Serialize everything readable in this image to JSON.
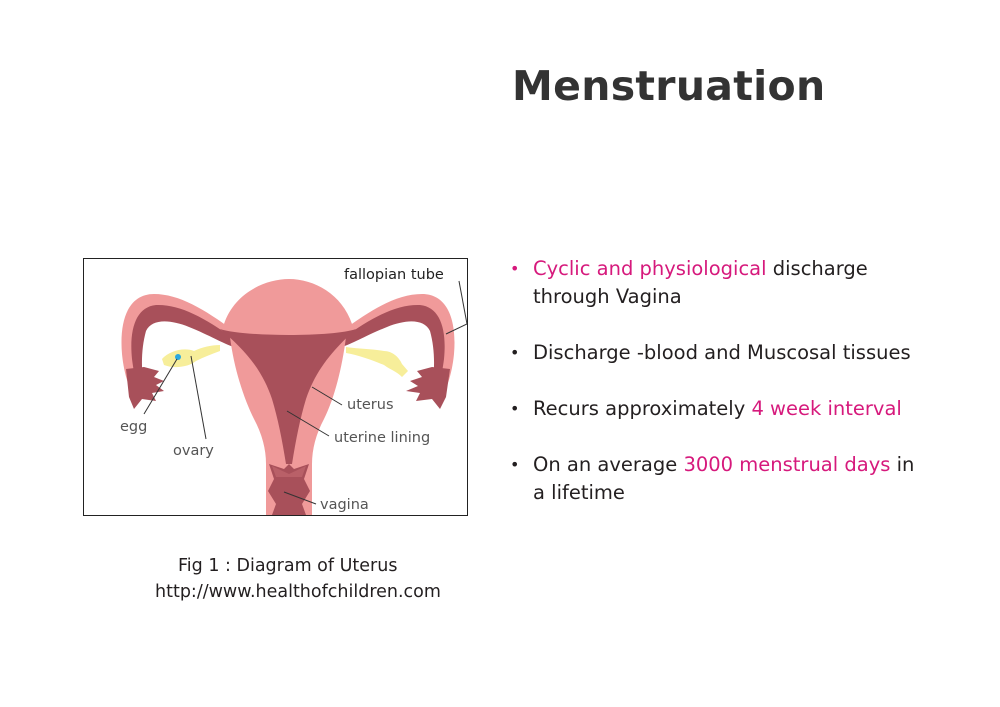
{
  "title": "Menstruation",
  "figure": {
    "labels": {
      "fallopian_tube": "fallopian tube",
      "uterus": "uterus",
      "uterine_lining": "uterine lining",
      "vagina": "vagina",
      "egg": "egg",
      "ovary": "ovary"
    },
    "caption_line1": "Fig 1 : Diagram of Uterus",
    "caption_line2": "http://www.healthofchildren.com"
  },
  "bullets": [
    {
      "highlight": "Cyclic and physiological",
      "text": " discharge through Vagina"
    },
    {
      "text": "Discharge -blood and Muscosal tissues"
    },
    {
      "before": "Recurs approximately ",
      "highlight": "4 week interval"
    },
    {
      "before": "On an average ",
      "highlight": "3000 menstrual days",
      "after": " in a lifetime"
    }
  ],
  "colors": {
    "accent": "#d6197c",
    "tissue_light": "#f09a9a",
    "tissue_dark": "#a8505a",
    "ovary": "#f7ee9a",
    "egg": "#2aa9e0"
  }
}
